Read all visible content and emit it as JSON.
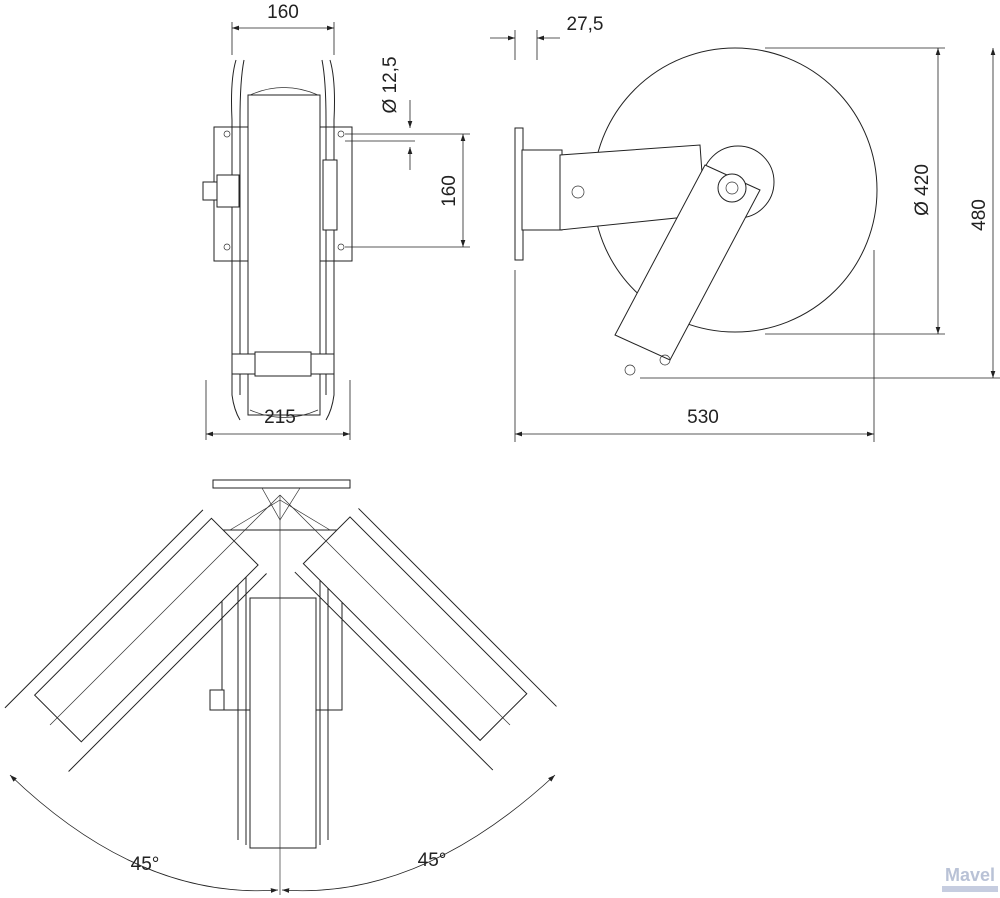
{
  "drawing": {
    "front_view": {
      "width_top": "160",
      "width_bottom": "215",
      "hole_diameter": "Ø 12,5",
      "mount_spacing": "160"
    },
    "side_view": {
      "plate_offset": "27,5",
      "drum_diameter": "Ø 420",
      "overall_height": "480",
      "overall_length": "530"
    },
    "top_view": {
      "swivel_left": "45°",
      "swivel_right": "45°"
    }
  },
  "watermark": {
    "brand": "Mavel"
  }
}
